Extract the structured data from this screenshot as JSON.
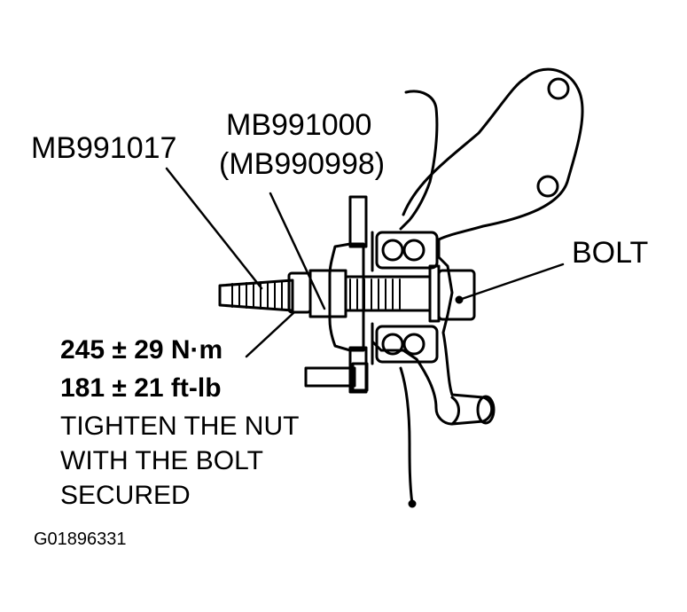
{
  "labels": {
    "tool_1": "MB991017",
    "tool_2_line1": "MB991000",
    "tool_2_line2": "(MB990998)",
    "bolt": "BOLT",
    "torque_nm": "245 ± 29 N·m",
    "torque_ftlb": "181 ± 21 ft-lb",
    "instruction_line1": "TIGHTEN THE NUT",
    "instruction_line2": "WITH THE BOLT",
    "instruction_line3": "SECURED",
    "figure_id": "G01896331"
  },
  "colors": {
    "ink": "#000000",
    "paper": "#ffffff"
  }
}
